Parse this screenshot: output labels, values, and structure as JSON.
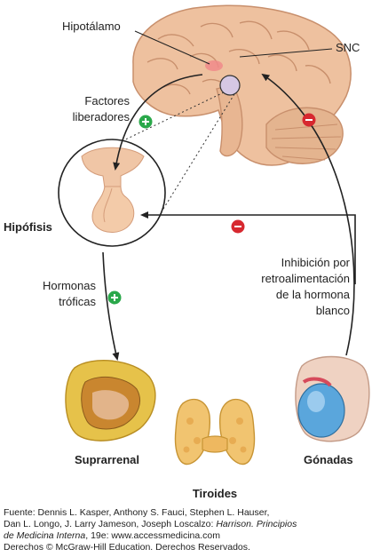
{
  "labels": {
    "hypothalamus": "Hipotálamo",
    "cns": "SNC",
    "releasing_factors_1": "Factores",
    "releasing_factors_2": "liberadores",
    "pituitary": "Hipófisis",
    "tropic_hormones_1": "Hormonas",
    "tropic_hormones_2": "tróficas",
    "feedback_1": "Inhibición por",
    "feedback_2": "retroalimentación",
    "feedback_3": "de la hormona",
    "feedback_4": "blanco",
    "adrenal": "Suprarrenal",
    "thyroid": "Tiroides",
    "gonads": "Gónadas"
  },
  "signs": {
    "plus": "+",
    "minus": "−"
  },
  "credit": {
    "line1": "Fuente: Dennis L. Kasper, Anthony S. Fauci, Stephen L. Hauser,",
    "line2_pre": "Dan L. Longo, J. Larry Jameson, Joseph Loscalzo: ",
    "line2_ital": "Harrison. Principios",
    "line3_ital": "de Medicina Interna",
    "line3_post": ", 19e: www.accessmedicina.com",
    "line4": "Derechos © McGraw-Hill Education. Derechos Reservados."
  },
  "colors": {
    "plus": "#2aa84a",
    "minus": "#d7282f",
    "brain": "#ecbf9c",
    "adrenal": "#e6c24a",
    "thyroid": "#f1c470",
    "testis": "#5aa6dc"
  }
}
